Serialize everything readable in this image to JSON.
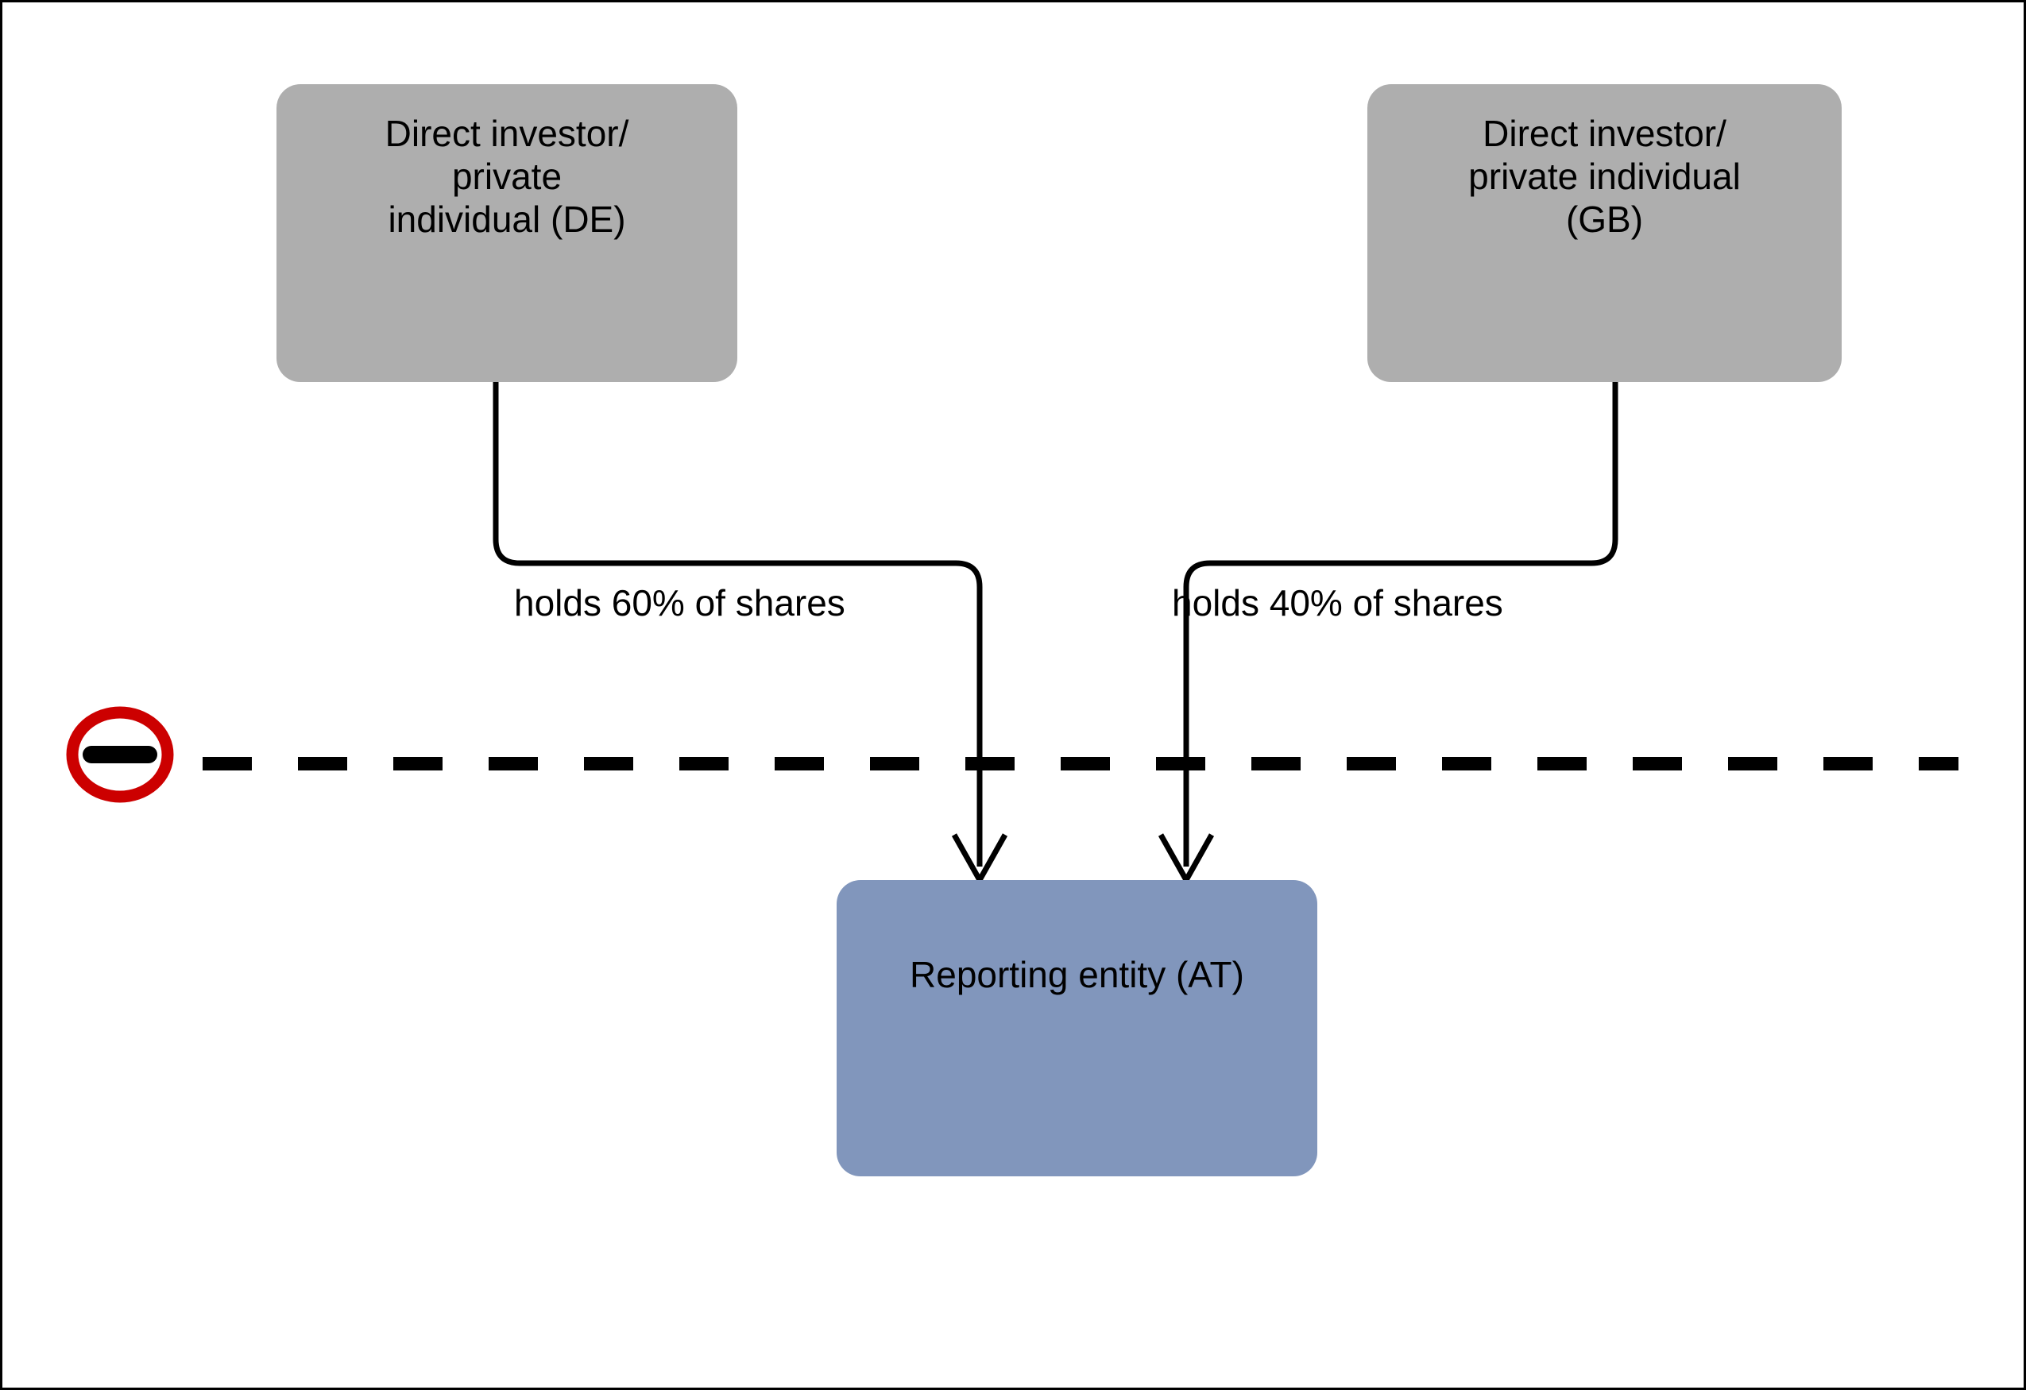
{
  "diagram": {
    "type": "ownership-structure-flow",
    "title_visible": false,
    "nodes": [
      {
        "id": "direct-investor-de",
        "label": "Direct investor/\nprivate\nindividual (DE)",
        "country_code": "DE",
        "flag": "german-flag",
        "fill": "#aeaeae",
        "text_color": "#000000"
      },
      {
        "id": "direct-investor-gb",
        "label": "Direct investor/\nprivate individual\n(GB)",
        "country_code": "GB",
        "flag": "union-jack-flag",
        "fill": "#aeaeae",
        "text_color": "#000000"
      },
      {
        "id": "reporting-entity-at",
        "label": "Reporting entity (AT)",
        "country_code": "AT",
        "flag": "austrian-flag",
        "fill": "#8196bc",
        "text_color": "#000000"
      }
    ],
    "edges": [
      {
        "id": "edge-de-to-at",
        "from": "direct-investor-de",
        "to": "reporting-entity-at",
        "label": "holds 60% of shares",
        "percent": 60,
        "arrow": "open-v",
        "color": "#000000"
      },
      {
        "id": "edge-gb-to-at",
        "from": "direct-investor-gb",
        "to": "reporting-entity-at",
        "label": "holds 40% of shares",
        "percent": 40,
        "arrow": "open-v",
        "color": "#000000"
      }
    ],
    "border": {
      "name": "national-border",
      "style": "dashed",
      "color": "#000000",
      "sign_icon": "no-entry-border-icon",
      "sign_ring_color": "#cc0000",
      "sign_bar_color": "#000000"
    },
    "colors": {
      "investor_box": "#aeaeae",
      "reporting_box": "#8196bc",
      "line": "#000000",
      "border_sign_red": "#cc0000",
      "flag_de_black": "#000000",
      "flag_de_red": "#dd0000",
      "flag_de_gold": "#ffce00",
      "flag_at_red": "#ed2939",
      "flag_gb_blue": "#012169",
      "flag_gb_red": "#c8102e",
      "flag_gb_white": "#ffffff"
    }
  }
}
